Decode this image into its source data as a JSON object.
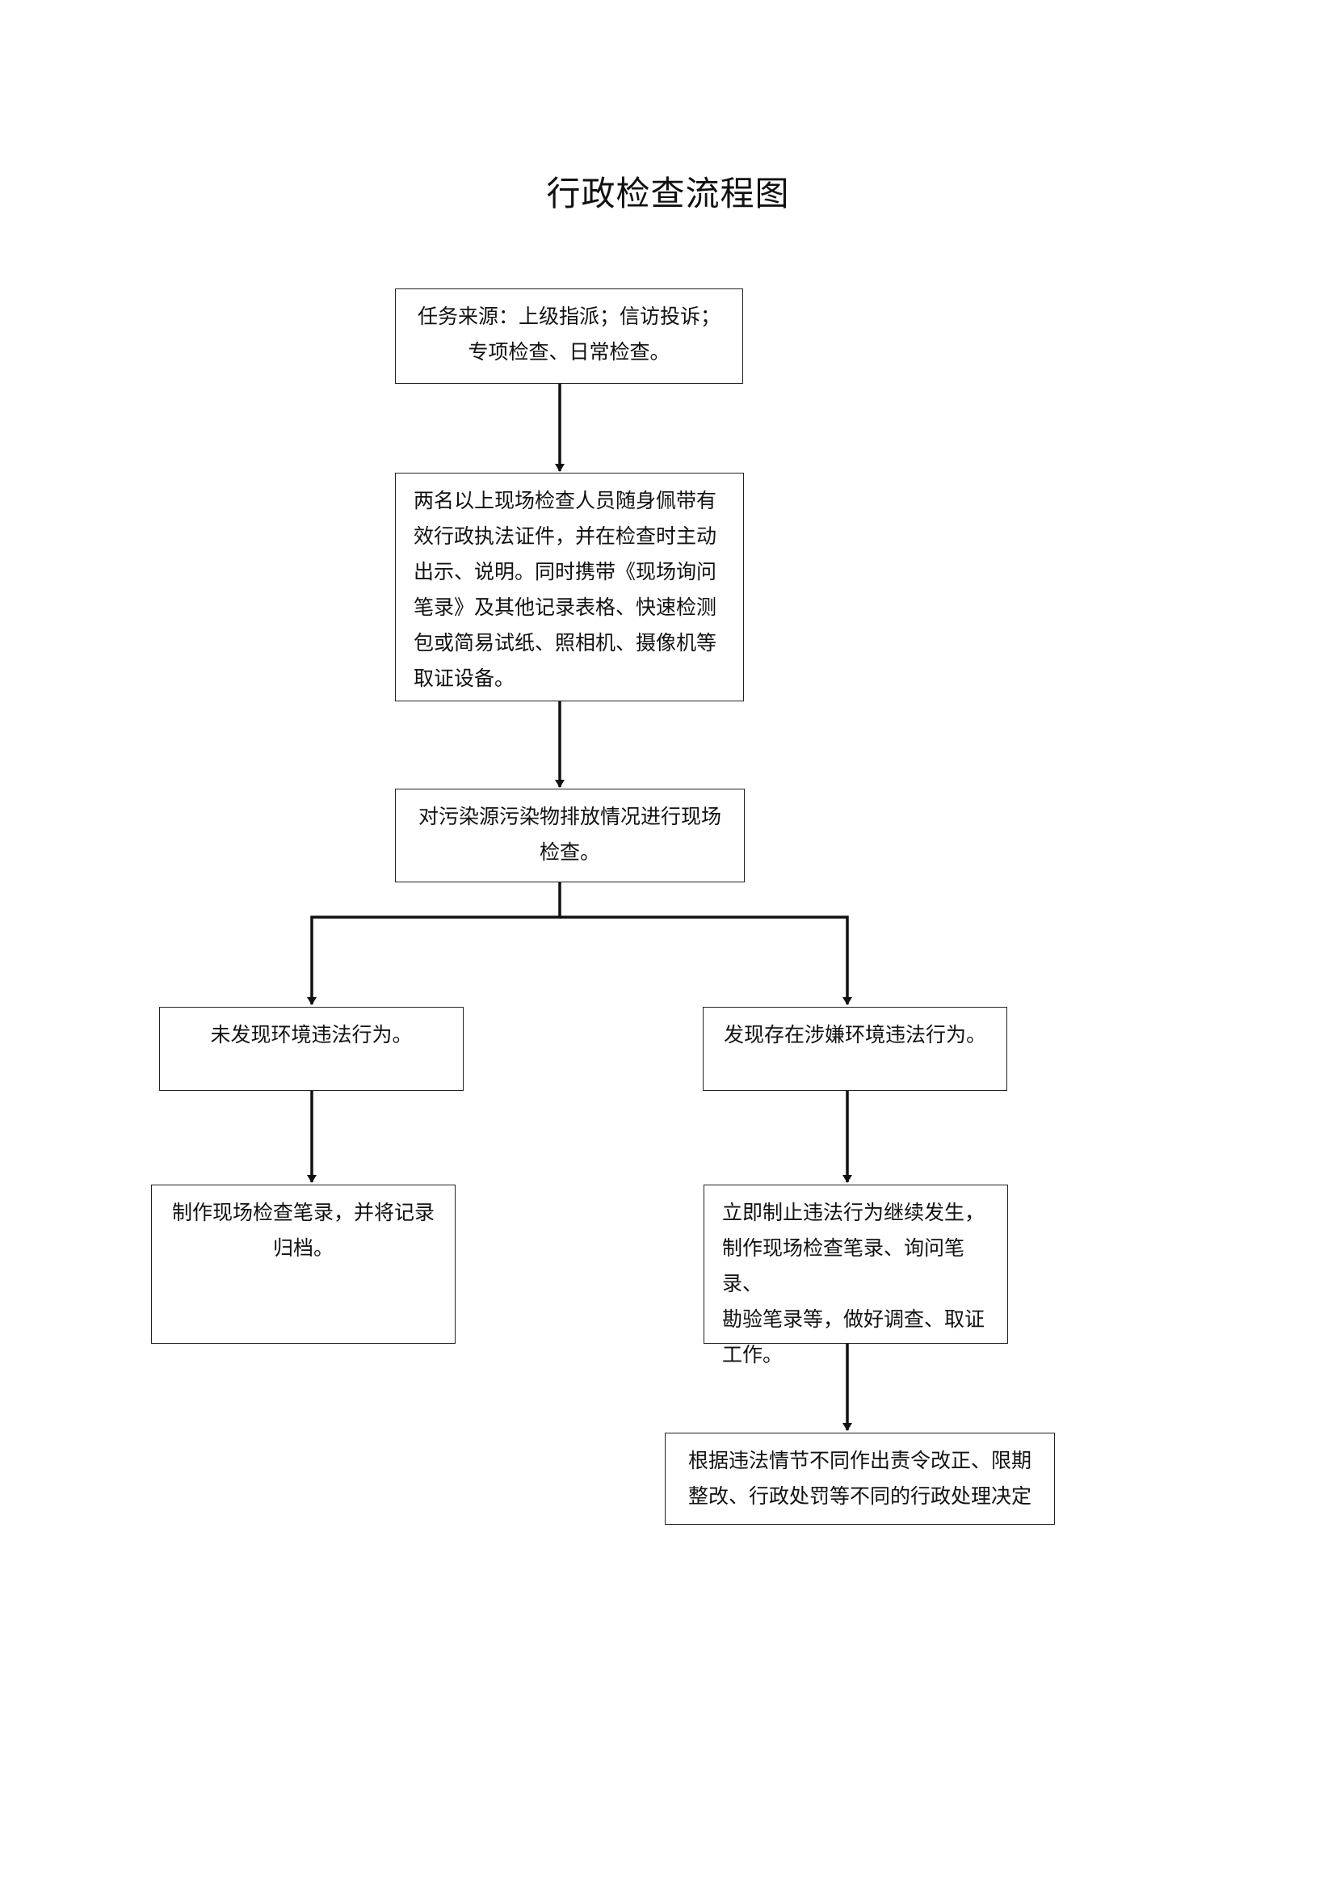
{
  "document": {
    "title": "行政检查流程图"
  },
  "flowchart": {
    "nodes": {
      "source": "任务来源：上级指派；信访投诉；\n专项检查、日常检查。",
      "preparation": "两名以上现场检查人员随身佩带有\n效行政执法证件，并在检查时主动\n出示、说明。同时携带《现场询问\n笔录》及其他记录表格、快速检测\n包或简易试纸、照相机、摄像机等\n取证设备。",
      "onsite_check": "对污染源污染物排放情况进行现场\n检查。",
      "no_violation": "未发现环境违法行为。",
      "violation_found": "发现存在涉嫌环境违法行为。",
      "record_archive": "制作现场检查笔录，并将记录\n归档。",
      "stop_and_investigate": "立即制止违法行为继续发生，\n制作现场检查笔录、询问笔录、\n勘验笔录等，做好调查、取证\n工作。",
      "decision": "根据违法情节不同作出责令改正、限期\n整改、行政处罚等不同的行政处理决定"
    }
  }
}
